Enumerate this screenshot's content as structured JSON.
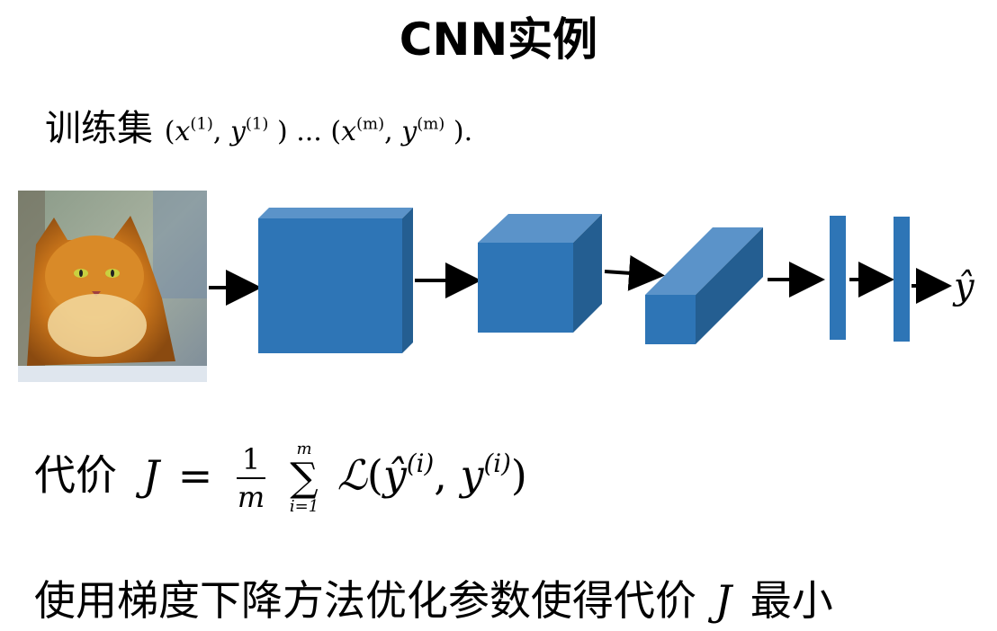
{
  "title": "CNN实例",
  "training": {
    "label": "训练集",
    "open1": "(",
    "x": "x",
    "sup1": "(1)",
    "comma": ",",
    "y": "y",
    "close1": ")",
    "dots": "...",
    "open2": "(",
    "supm": "(m)",
    "close2": ").",
    "open_inner": "(",
    "close_inner": ")"
  },
  "network": {
    "output_label": "ŷ",
    "colors": {
      "front": "#2e75b6",
      "top": "#5b93c9",
      "side": "#245e91",
      "arrow": "#000000"
    }
  },
  "cost": {
    "label": "代价",
    "J": "J",
    "eq": "=",
    "frac_num": "1",
    "frac_den": "m",
    "sum_top": "m",
    "sum_sigma": "∑",
    "sum_bottom": "i=1",
    "L": "ℒ",
    "open": "(",
    "yhat": "ŷ",
    "supi": "(i)",
    "comma": ",",
    "y": "y",
    "close": ")"
  },
  "objective": {
    "text": "使用梯度下降方法优化参数使得代价",
    "J": "J",
    "tail": "最小"
  }
}
